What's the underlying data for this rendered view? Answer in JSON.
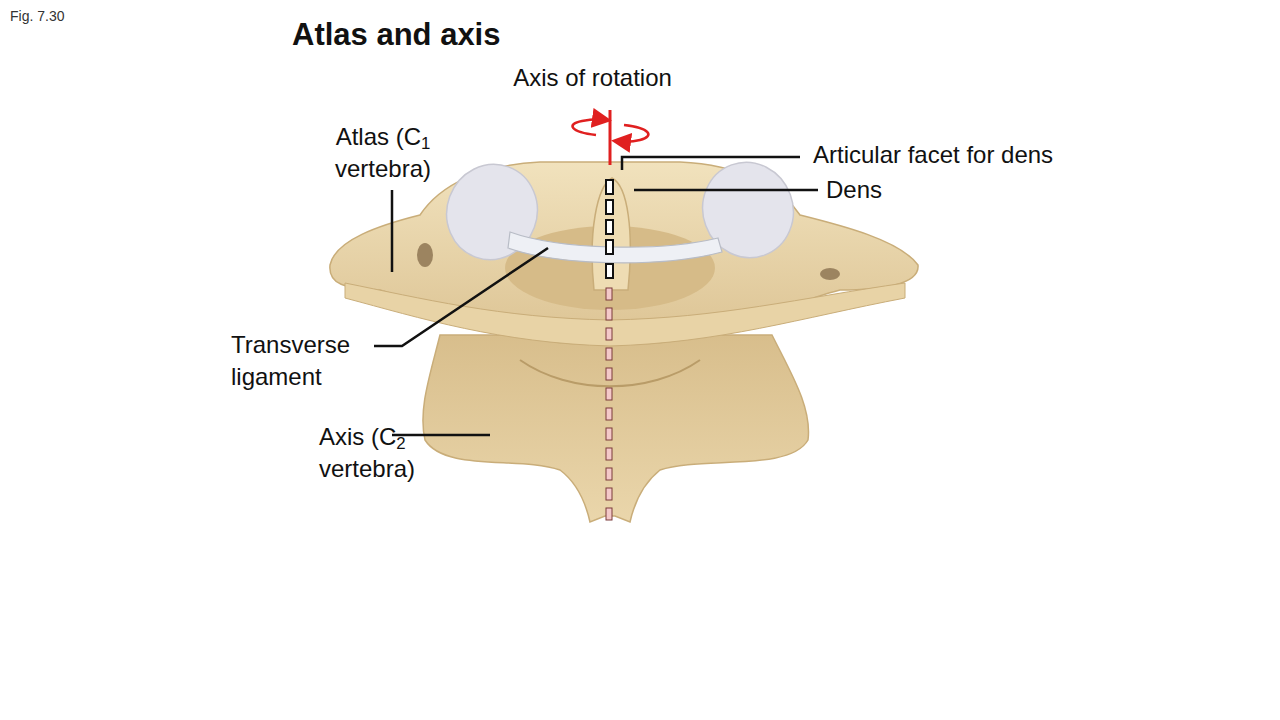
{
  "diagram": {
    "title": "Atlas and axis",
    "labels": [
      "Fig. 7.30",
      "Axis of rotation",
      "Atlas (C1 vertebra)",
      "Articular facet for dens",
      "Dens",
      "Transverse ligament",
      "Axis (C2 vertebra)"
    ]
  }
}
